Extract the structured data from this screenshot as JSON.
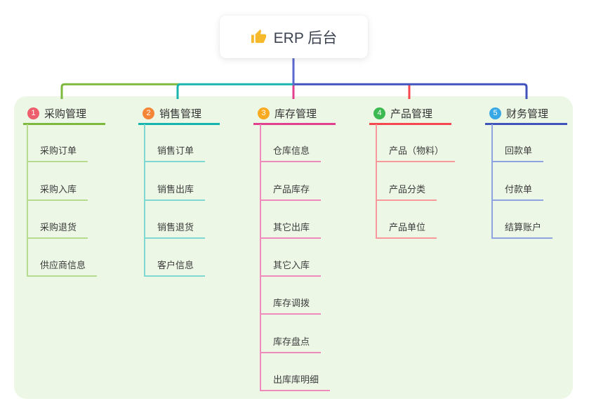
{
  "app": {
    "title": "ERP 后台",
    "icon": "thumbs-up-icon"
  },
  "colors": {
    "panel_background": "#ecf7e6",
    "root_link": "#5b68cf"
  },
  "branches": [
    {
      "badge": "1",
      "label": "采购管理",
      "badge_color": "#ee5f6d",
      "line_color": "#7cb93e",
      "child_line_color": "#b7dc8f",
      "children": [
        "采购订单",
        "采购入库",
        "采购退货",
        "供应商信息"
      ]
    },
    {
      "badge": "2",
      "label": "销售管理",
      "badge_color": "#f68637",
      "line_color": "#17b5ae",
      "child_line_color": "#7fd8d2",
      "children": [
        "销售订单",
        "销售出库",
        "销售退货",
        "客户信息"
      ]
    },
    {
      "badge": "3",
      "label": "库存管理",
      "badge_color": "#f9aa20",
      "line_color": "#e0408d",
      "child_line_color": "#ee8abc",
      "children": [
        "仓库信息",
        "产品库存",
        "其它出库",
        "其它入库",
        "库存调拨",
        "库存盘点",
        "出库库明细"
      ]
    },
    {
      "badge": "4",
      "label": "产品管理",
      "badge_color": "#3cb950",
      "line_color": "#f4484e",
      "child_line_color": "#f89a9d",
      "children": [
        "产品（物料）",
        "产品分类",
        "产品单位"
      ]
    },
    {
      "badge": "5",
      "label": "财务管理",
      "badge_color": "#38a7e6",
      "line_color": "#4053bb",
      "child_line_color": "#8fa3e0",
      "children": [
        "回款单",
        "付款单",
        "结算账户"
      ]
    }
  ]
}
